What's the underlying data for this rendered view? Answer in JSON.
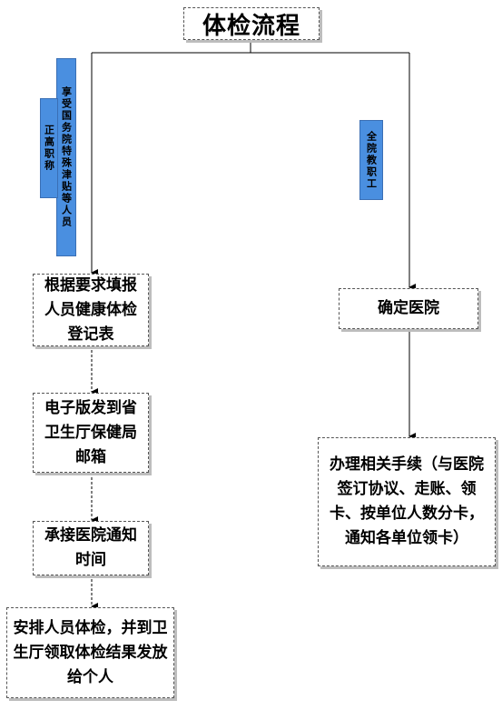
{
  "title": "体检流程",
  "left_labels": {
    "label_a": "享受国务院特殊津贴等人员",
    "label_b": "正高职称"
  },
  "right_label": "全院教职工",
  "left_steps": [
    "根据要求填报人员健康体检登记表",
    "电子版发到省卫生厅保健局邮箱",
    "承接医院通知时间",
    "安排人员体检，并到卫生厅领取体检结果发放给个人"
  ],
  "right_steps": [
    "确定医院",
    "办理相关手续（与医院签订协议、走账、领卡、按单位人数分卡，通知各单位领卡）"
  ]
}
